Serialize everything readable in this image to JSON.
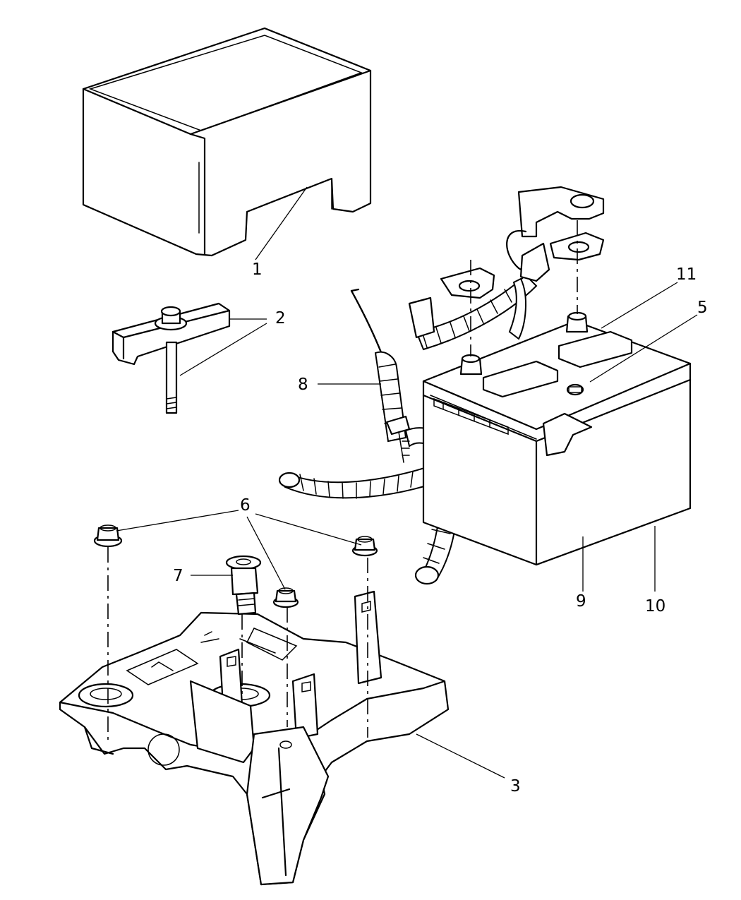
{
  "callouts": {
    "c1": "1",
    "c2": "2",
    "c3": "3",
    "c5": "5",
    "c6": "6",
    "c7": "7",
    "c8": "8",
    "c9": "9",
    "c10": "10",
    "c11": "11"
  }
}
